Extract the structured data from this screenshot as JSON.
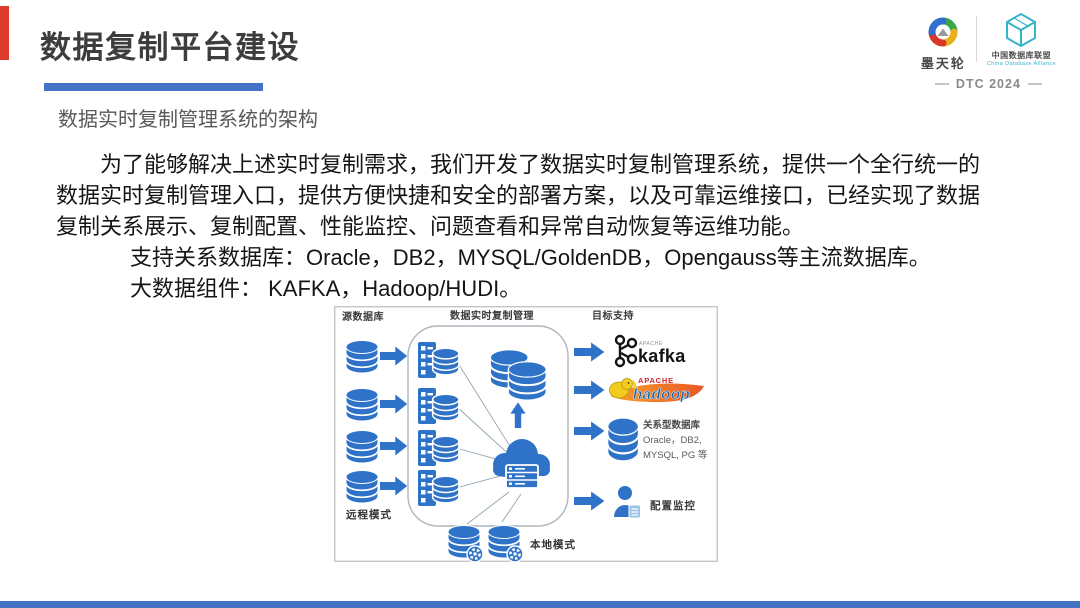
{
  "slide": {
    "title": "数据复制平台建设",
    "subtitle": "数据实时复制管理系统的架构",
    "para_lines": [
      "为了能够解决上述实时复制需求，我们开发了数据实时复制管理系统，提供一个全行统一的",
      "数据实时复制管理入口，提供方便快捷和安全的部署方案，以及可靠运维接口，已经实现了数据",
      "复制关系展示、复制配置、性能监控、问题查看和异常自动恢复等运维功能。"
    ],
    "bullets": [
      "支持关系数据库：Oracle，DB2，MYSQL/GoldenDB，Opengauss等主流数据库。",
      "大数据组件： KAFKA，Hadoop/HUDI。"
    ]
  },
  "branding": {
    "logo_modb": "墨天轮",
    "logo_alliance": "中国数据库联盟",
    "logo_alliance_sub": "China Database Alliance",
    "event": "DTC 2024"
  },
  "diagram": {
    "source_label": "源数据库",
    "manager_label": "数据实时复制管理",
    "target_label": "目标支持",
    "remote_mode": "远程模式",
    "local_mode": "本地模式",
    "kafka_apache": "APACHE",
    "kafka_name": "kafka",
    "hadoop_apache": "APACHE",
    "hadoop_name": "hadoop",
    "relational_title": "关系型数据库",
    "relational_line2": "Oracle，DB2,",
    "relational_line3": "MYSQL, PG 等",
    "monitor_label": "配置监控"
  },
  "colors": {
    "accent_red": "#DD3B2B",
    "accent_blue": "#4472C4",
    "diagram_blue": "#2E73C8",
    "kafka_black": "#141414",
    "hadoop_red": "#D3222A",
    "hadoop_blue": "#1061A8",
    "elephant_yellow": "#F2CB1D",
    "alliance_teal": "#35B3C8"
  }
}
